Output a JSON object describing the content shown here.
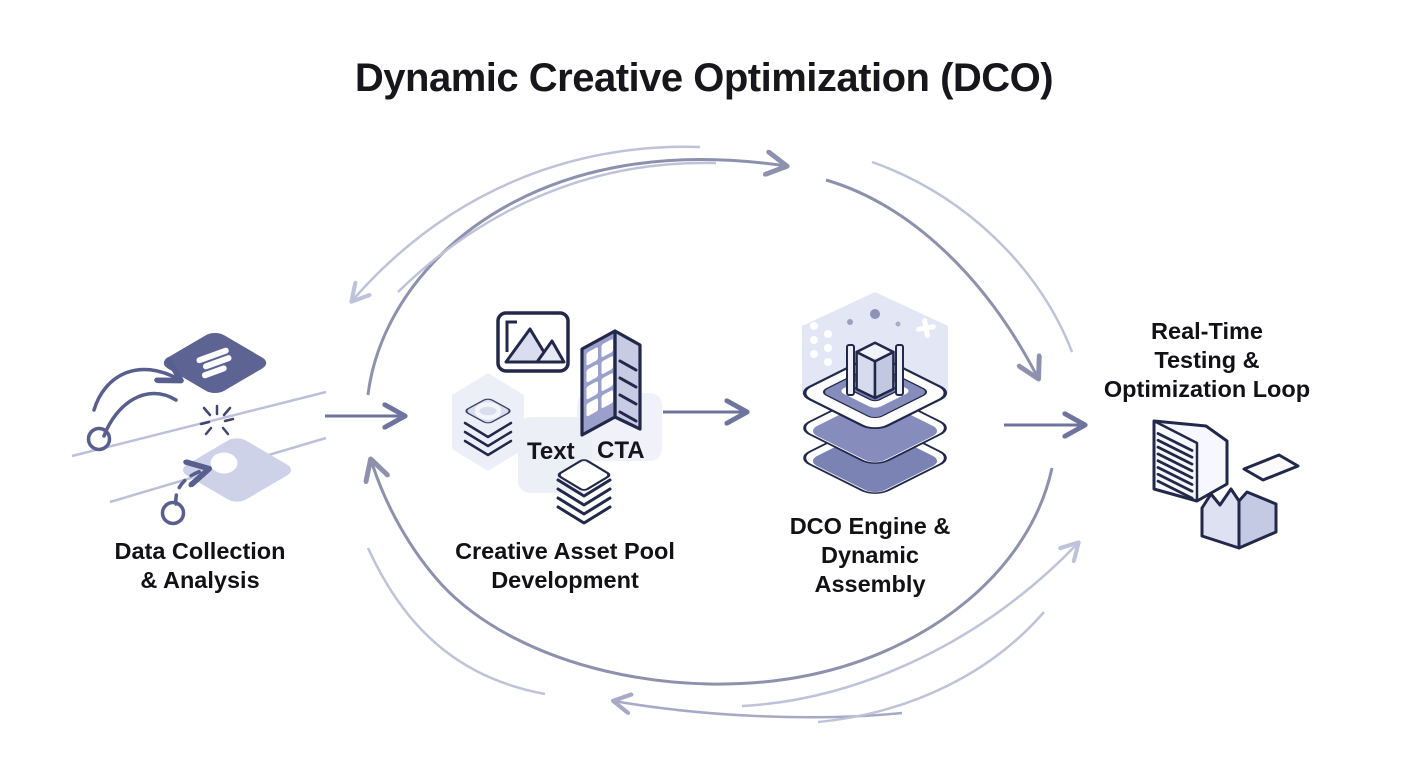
{
  "title": "Dynamic Creative Optimization (DCO)",
  "stages": [
    {
      "name": "data-collection",
      "label_lines": [
        "Data Collection",
        "& Analysis"
      ]
    },
    {
      "name": "creative-asset-pool",
      "label_lines": [
        "Creative Asset Pool",
        "Development"
      ]
    },
    {
      "name": "dco-engine",
      "label_lines": [
        "DCO Engine &",
        "Dynamic",
        "Assembly"
      ]
    },
    {
      "name": "testing-optimization",
      "label_lines": [
        "Real-Time",
        "Testing &",
        "Optimization Loop"
      ]
    }
  ],
  "asset_tags": {
    "text": "Text",
    "cta": "CTA"
  },
  "icons": {
    "stage1": "data-collection-icon",
    "stage2": "creative-asset-pool-icon",
    "stage3": "dco-engine-icon",
    "stage4": "testing-optimization-icon"
  },
  "colors": {
    "background": "#ffffff",
    "title_text": "#17171b",
    "label_text": "#121216",
    "outline_dark": "#22284a",
    "tile_dark": "#5d6392",
    "purple_medium": "#8289ba",
    "lavender_light": "#cdd1e9",
    "panel_light": "#edeff8",
    "arc_main": "#8d91ae",
    "arc_light": "#bfc3d9",
    "arc_inner": "#a6aac6",
    "arrow_straight": "#6f749e",
    "icon_arrow_dark": "#585e8d"
  }
}
